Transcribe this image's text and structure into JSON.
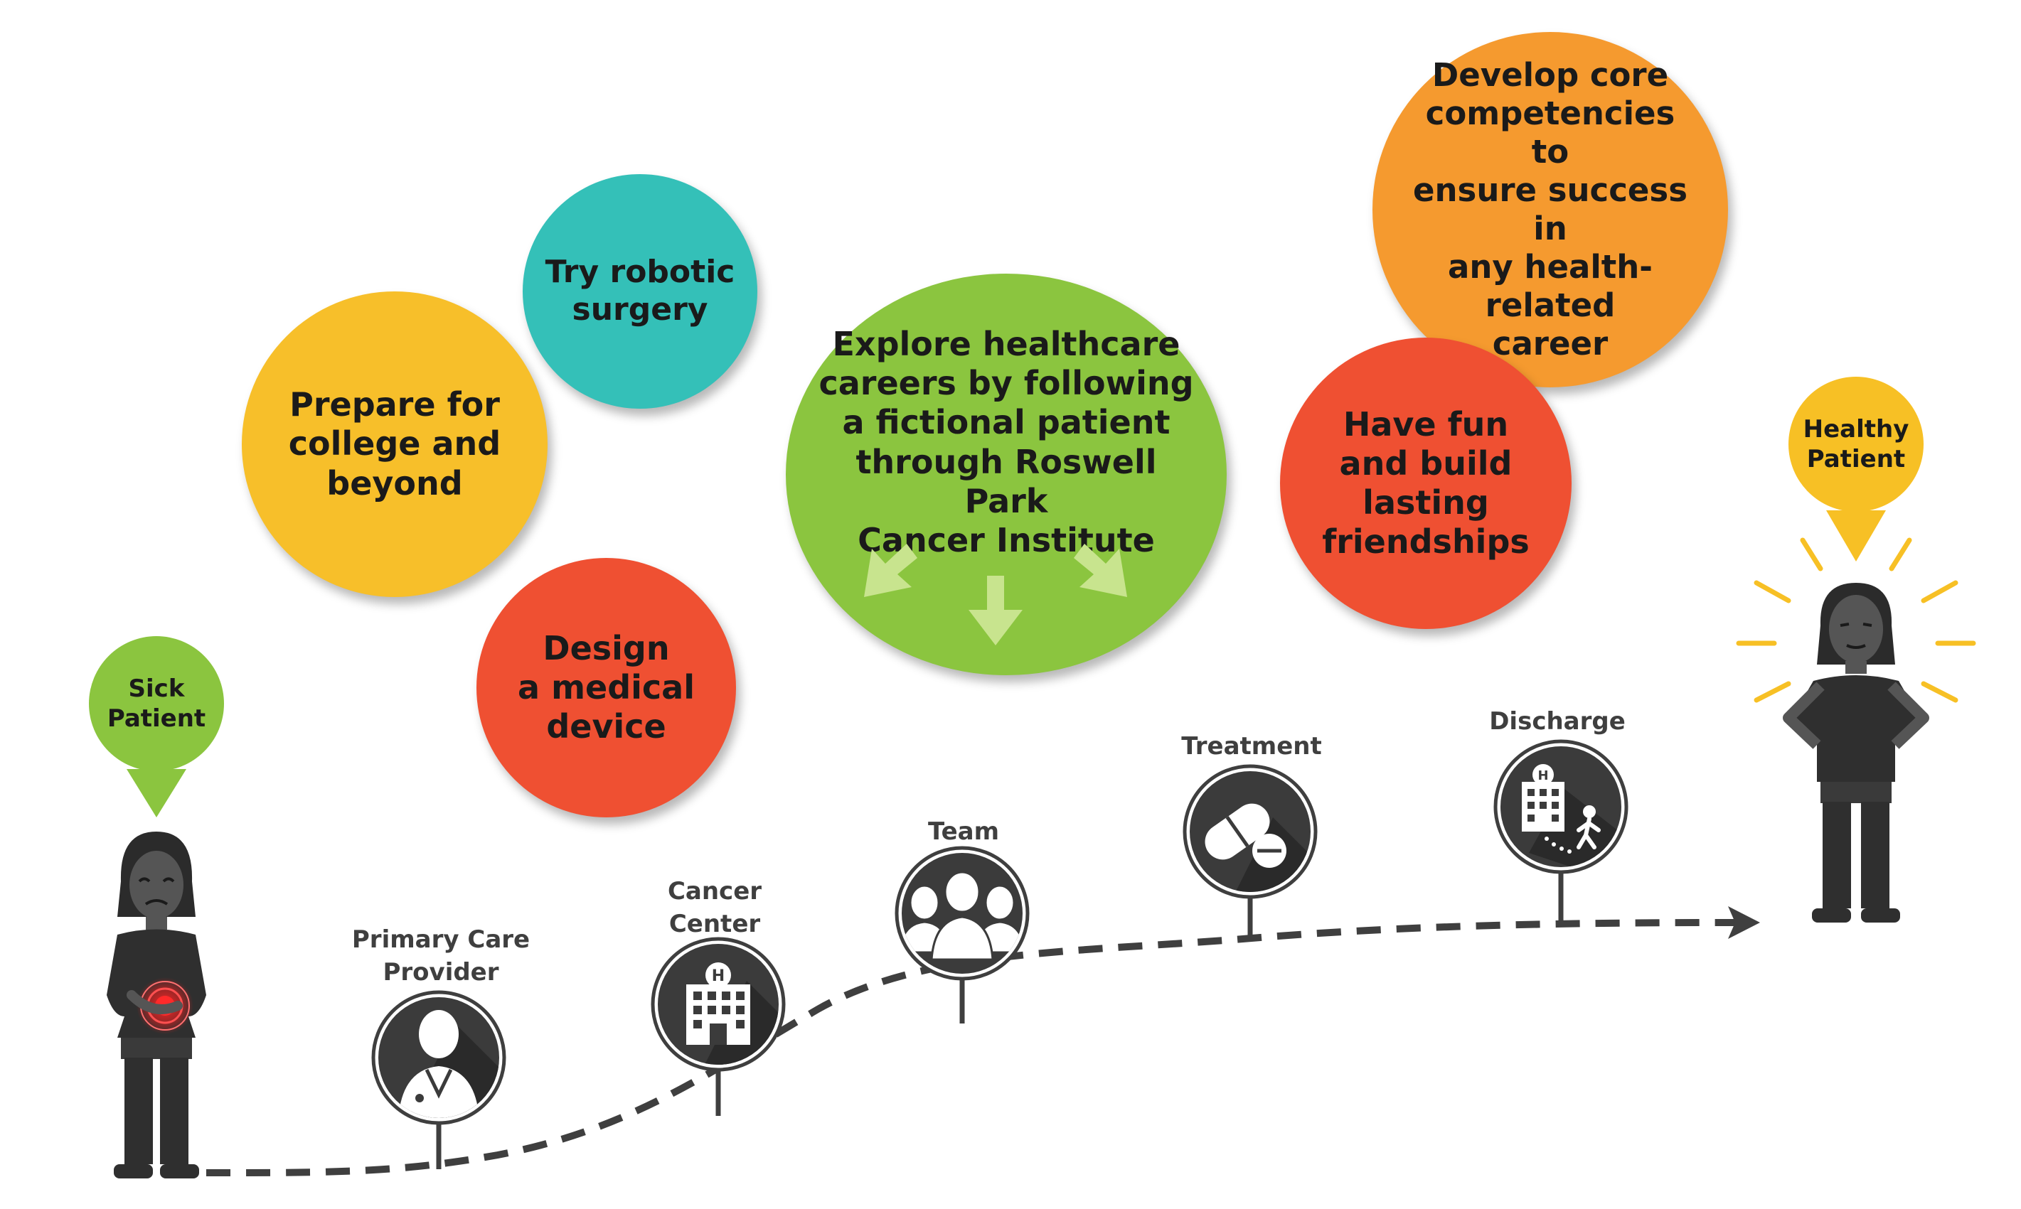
{
  "bubbles": {
    "robotic": {
      "text": "Try robotic\nsurgery",
      "color": "#34c0b8"
    },
    "prepare": {
      "text": "Prepare for\ncollege and\nbeyond",
      "color": "#f7bf2a"
    },
    "design": {
      "text": "Design\na medical\ndevice",
      "color": "#ef5032"
    },
    "explore": {
      "text": "Explore healthcare\ncareers by following\na fictional patient\nthrough Roswell Park\nCancer Institute",
      "color": "#8bc53f"
    },
    "develop": {
      "text": "Develop core\ncompetencies to\nensure success in\nany health-related\ncareer",
      "color": "#f59a2f"
    },
    "fun": {
      "text": "Have fun\nand build\nlasting\nfriendships",
      "color": "#ef5032"
    }
  },
  "patients": {
    "sick": {
      "label": "Sick\nPatient",
      "color": "#8bc53f"
    },
    "healthy": {
      "label": "Healthy\nPatient",
      "color": "#f7c025"
    }
  },
  "stages": {
    "primary_care": {
      "label": "Primary Care\nProvider",
      "icon": "doctor-icon"
    },
    "cancer_center": {
      "label": "Cancer\nCenter",
      "icon": "hospital-building-icon"
    },
    "team": {
      "label": "Team",
      "icon": "medical-team-icon"
    },
    "treatment": {
      "label": "Treatment",
      "icon": "pill-capsule-icon"
    },
    "discharge": {
      "label": "Discharge",
      "icon": "hospital-exit-icon"
    }
  },
  "colors": {
    "icon_circle": "#3b3b3b",
    "icon_ring": "#ffffff",
    "path_line": "#3f3f3f",
    "figure": "#2f2f2f",
    "glow_rays": "#f7c025",
    "pain_spot": "#e02020"
  }
}
